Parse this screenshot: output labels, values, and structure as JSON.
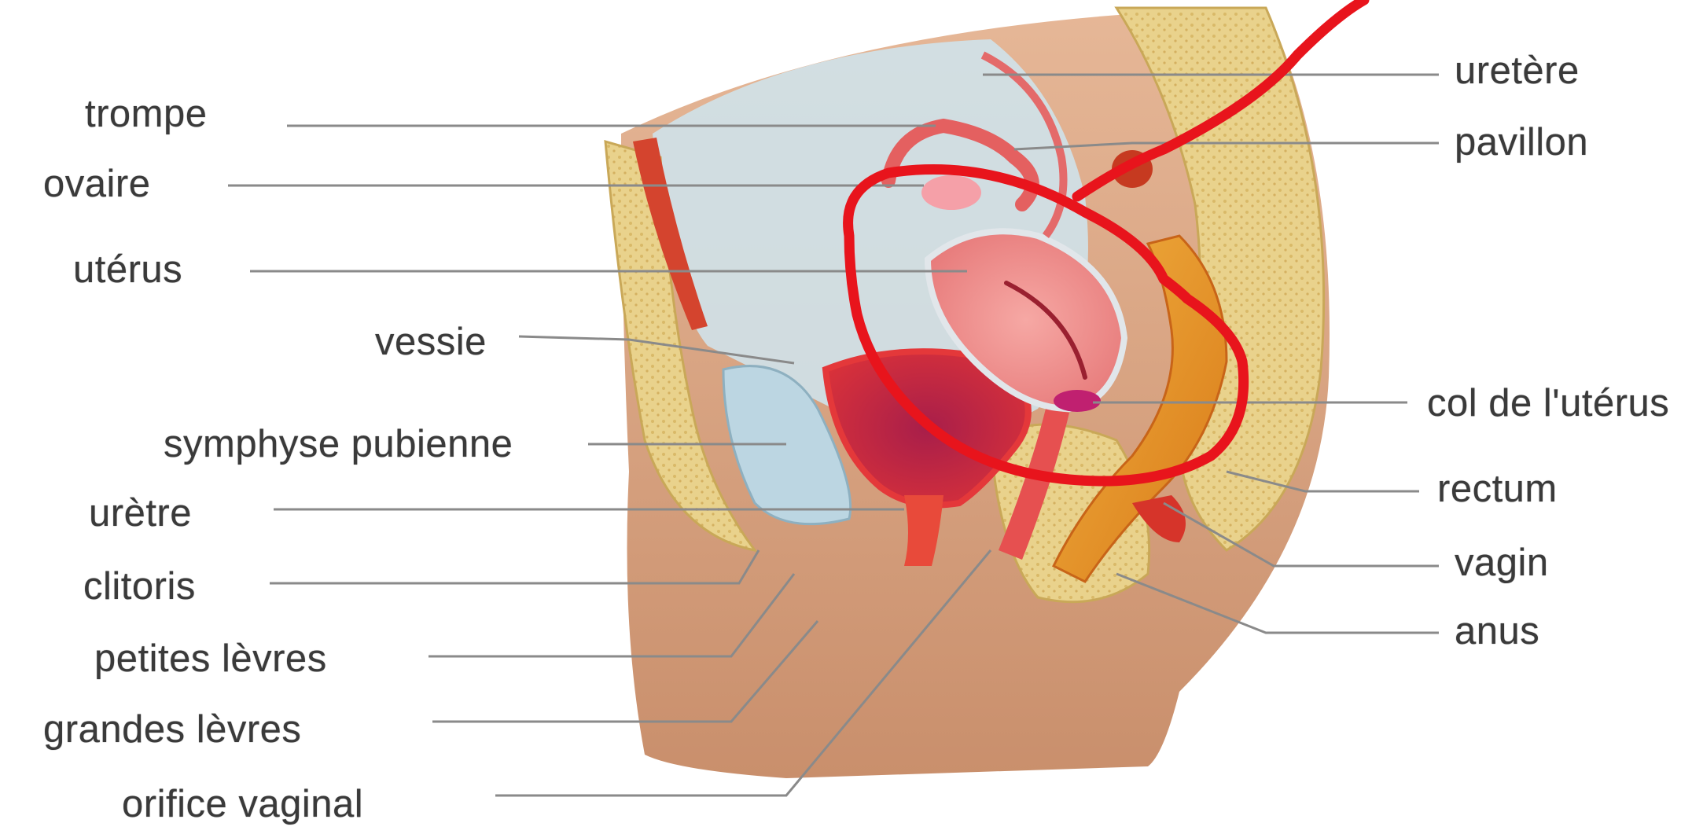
{
  "labels": {
    "trompe": "trompe",
    "ovaire": "ovaire",
    "uterus": "utérus",
    "vessie": "vessie",
    "symphyse": "symphyse pubienne",
    "uretre": "urètre",
    "clitoris": "clitoris",
    "petites_levres": "petites lèvres",
    "grandes_levres": "grandes lèvres",
    "orifice_vaginal": "orifice vaginal",
    "uretere": "uretère",
    "pavillon": "pavillon",
    "col": "col de l'utérus",
    "rectum": "rectum",
    "vagin": "vagin",
    "anus": "anus"
  },
  "colors": {
    "leader_line": "#8a8a8a",
    "annotation_red": "#e8141c",
    "skin": "#e2ae8e",
    "bone": "#e8d08a",
    "uterus": "#ef8d8d",
    "cavity": "#cfe2ea"
  }
}
